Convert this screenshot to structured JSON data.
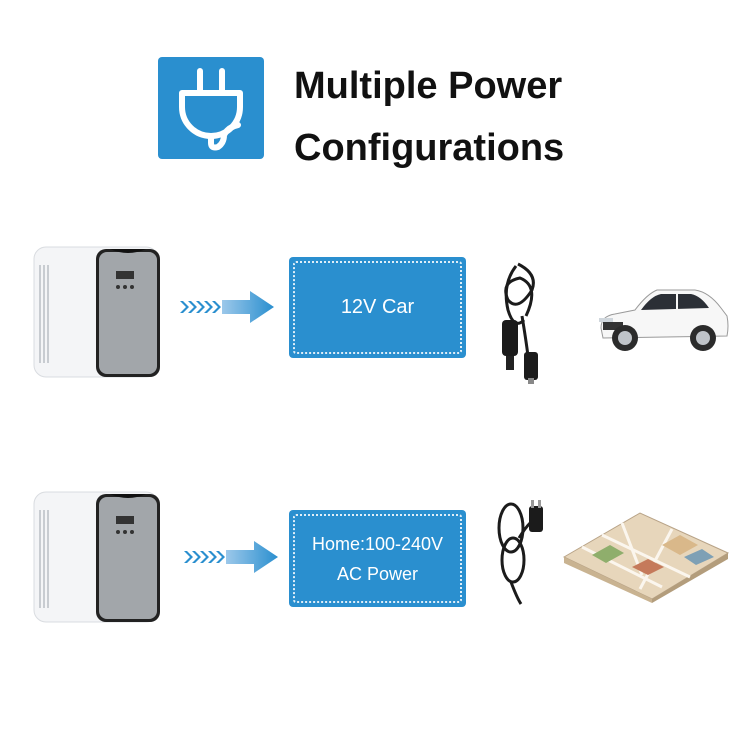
{
  "header": {
    "title_line1": "Multiple Power",
    "title_line2": "Configurations",
    "icon": "plug-icon",
    "accent_color": "#2a8fcf"
  },
  "rows": [
    {
      "label": "12V Car",
      "cable_icon": "car-charger-cable-icon",
      "destination_icon": "suv-car-icon"
    },
    {
      "label_line1": "Home:100-240V",
      "label_line2": "AC Power",
      "cable_icon": "ac-power-cord-icon",
      "destination_icon": "house-floorplan-icon"
    }
  ]
}
